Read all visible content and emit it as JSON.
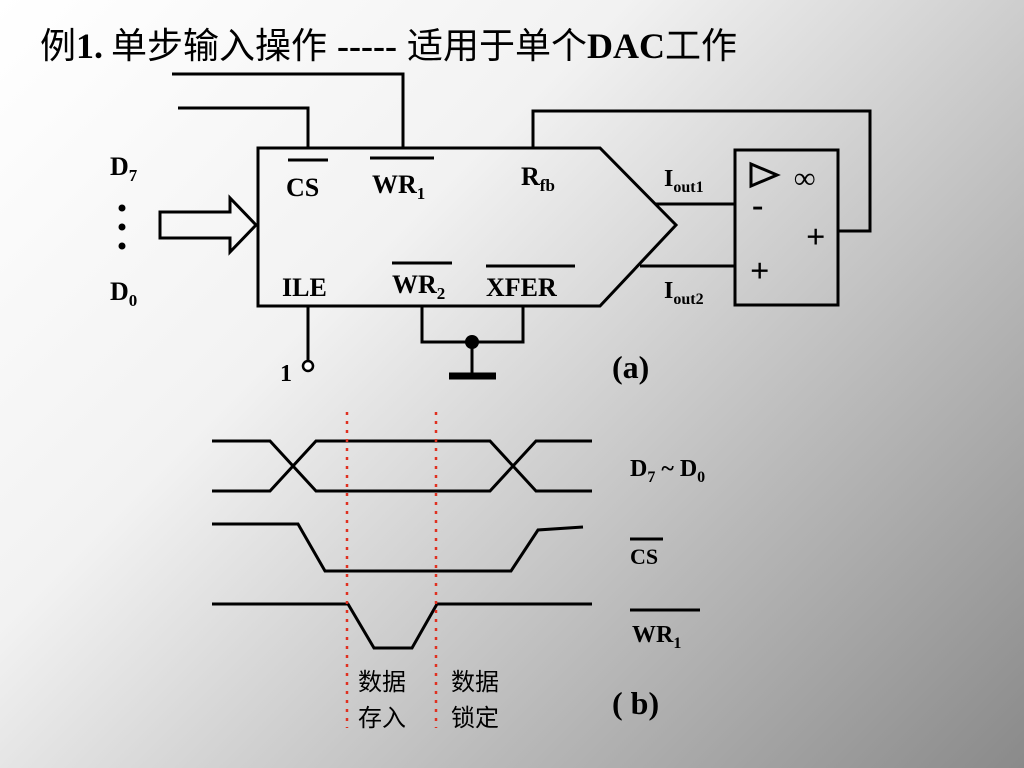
{
  "title": {
    "prefix": "例",
    "num": "1.",
    "cn1": "单步输入操作",
    "dashes": "-----",
    "cn2": "适用于单个",
    "dac": "DAC",
    "cn3": "工作"
  },
  "dac": {
    "pins": {
      "cs": "CS",
      "wr1": "WR",
      "wr1_sub": "1",
      "rfb": "R",
      "rfb_sub": "fb",
      "ile": "ILE",
      "wr2": "WR",
      "wr2_sub": "2",
      "xfer": "XFER"
    },
    "data_top": "D",
    "data_top_sub": "7",
    "data_bot": "D",
    "data_bot_sub": "0",
    "logic_one": "1"
  },
  "opamp": {
    "iout1": "I",
    "iout1_sub": "out1",
    "iout2": "I",
    "iout2_sub": "out2",
    "infinity": "∞",
    "minus": "-",
    "plus_right": "+",
    "plus_left": "+"
  },
  "labels": {
    "a": "(a)",
    "b": "( b)"
  },
  "timing": {
    "bus": "D",
    "bus_sub1": "7",
    "tilde": " ~ ",
    "bus2": "D",
    "bus_sub2": "0",
    "cs": "CS",
    "wr1": "WR",
    "wr1_sub": "1",
    "store_l1": "数据",
    "store_l2": "存入",
    "latch_l1": "数据",
    "latch_l2": "锁定"
  }
}
